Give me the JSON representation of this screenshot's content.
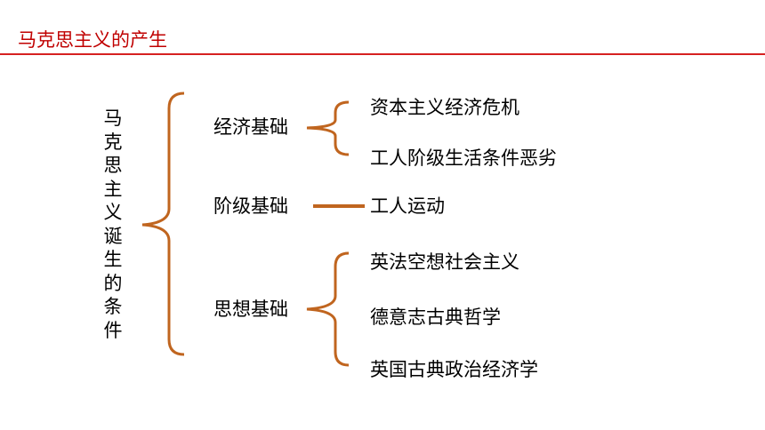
{
  "header": {
    "title": "马克思主义的产生"
  },
  "root": {
    "chars": [
      "马",
      "克",
      "思",
      "主",
      "义",
      "诞",
      "生",
      "的",
      "条",
      "件"
    ]
  },
  "branches": [
    {
      "label": "经济基础",
      "leaves": [
        "资本主义经济危机",
        "工人阶级生活条件恶劣"
      ]
    },
    {
      "label": "阶级基础",
      "leaves": [
        "工人运动"
      ]
    },
    {
      "label": "思想基础",
      "leaves": [
        "英法空想社会主义",
        "德意志古典哲学",
        "英国古典政治经济学"
      ]
    }
  ],
  "colors": {
    "title": "#c00000",
    "rule": "#d62020",
    "bracket": "#c0651f",
    "text": "#000000"
  }
}
